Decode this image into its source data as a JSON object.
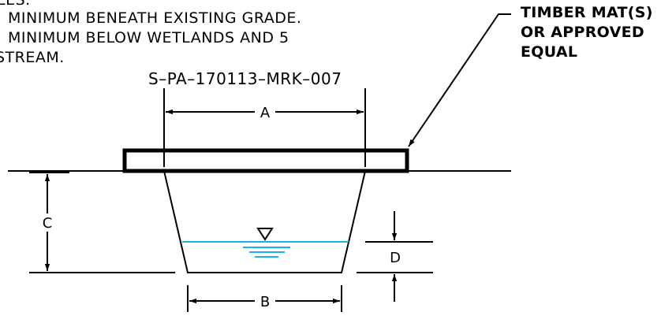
{
  "notes": {
    "line0": "LES.",
    "line1": "MINIMUM  BENEATH  EXISTING  GRADE.",
    "line2": "MINIMUM  BELOW  WETLANDS  AND  5",
    "line3": "STREAM."
  },
  "callout": {
    "line1": "TIMBER  MAT(S)",
    "line2": "OR  APPROVED",
    "line3": "EQUAL"
  },
  "drawing_id": "S–PA–170113–MRK–007",
  "dimensions": {
    "a": "A",
    "b": "B",
    "c": "C",
    "d": "D"
  },
  "colors": {
    "line": "#000000",
    "water": "#19b4e6",
    "background": "#ffffff"
  }
}
